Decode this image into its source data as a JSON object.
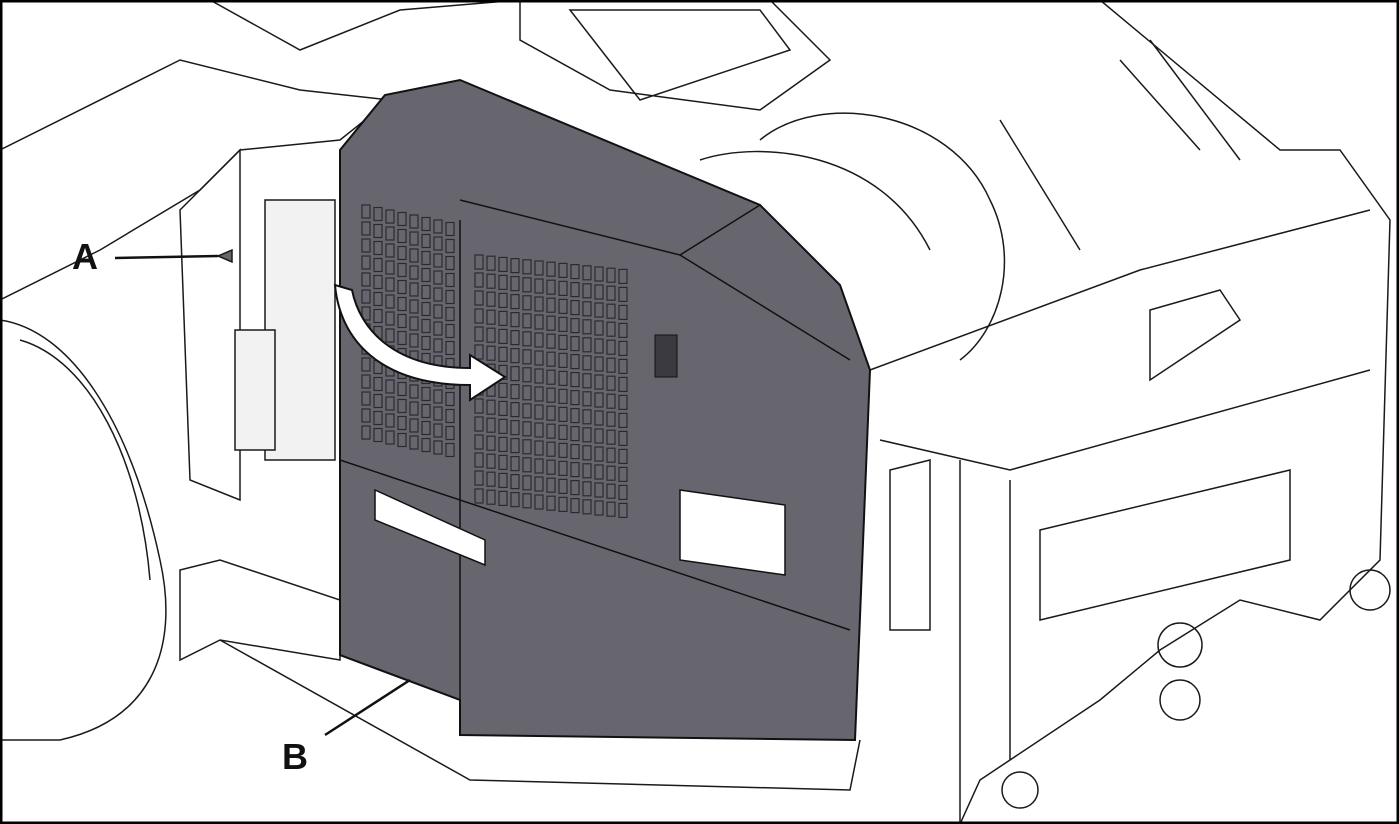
{
  "callouts": [
    {
      "id": "A",
      "text": "A"
    },
    {
      "id": "B",
      "text": "B"
    }
  ],
  "colors": {
    "cover": "#67666e",
    "line": "#1a1a1a",
    "frame": "#000000"
  }
}
